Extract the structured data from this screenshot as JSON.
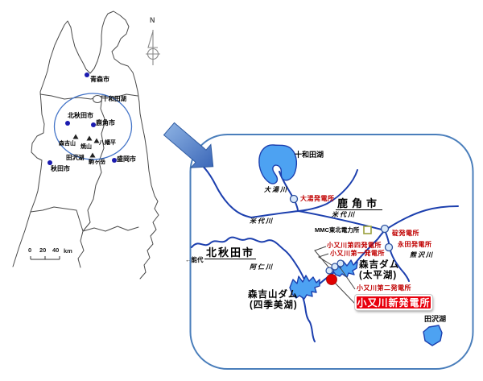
{
  "overview": {
    "compass": "N",
    "cities": [
      {
        "name": "青森市"
      },
      {
        "name": "北秋田市"
      },
      {
        "name": "鹿角市"
      },
      {
        "name": "盛岡市"
      },
      {
        "name": "秋田市"
      }
    ],
    "peaks": [
      {
        "name": "森吉山"
      },
      {
        "name": "焼山"
      },
      {
        "name": "八幡平"
      },
      {
        "name": "駒ヶ岳"
      }
    ],
    "lakes": [
      {
        "name": "十和田湖"
      },
      {
        "name": "田沢湖"
      }
    ],
    "scale": {
      "tick0": "0",
      "tick1": "20",
      "tick2": "40",
      "unit": "km"
    }
  },
  "inset": {
    "cities": [
      {
        "name": "鹿角市"
      },
      {
        "name": "北秋田市"
      }
    ],
    "direction_label": "←能代",
    "rivers": [
      {
        "name": "大湯川"
      },
      {
        "name": "米代川"
      },
      {
        "name": "米代川"
      },
      {
        "name": "阿仁川"
      },
      {
        "name": "熊沢川"
      }
    ],
    "lakes": [
      {
        "name": "十和田湖"
      },
      {
        "name": "田沢湖"
      }
    ],
    "dams": [
      {
        "name": "森吉ダム",
        "lake": "(太平湖)"
      },
      {
        "name": "森吉山ダム",
        "lake": "(四季美湖)"
      }
    ],
    "plants": [
      {
        "name": "大湯発電所"
      },
      {
        "name": "碇発電所"
      },
      {
        "name": "永田発電所"
      },
      {
        "name": "小又川第四発電所"
      },
      {
        "name": "小又川第一発電所"
      },
      {
        "name": "小又川第二発電所"
      }
    ],
    "office": {
      "name": "MMC東北電力所"
    },
    "new_plant": {
      "name": "小又川新発電所"
    }
  },
  "colors": {
    "river": "#1c3fae",
    "lake_fill": "#4da2f2",
    "plant_label": "#c00000",
    "highlight_bg": "#e8000d",
    "inset_border": "#4a7ebb",
    "city_dot": "#1b1bb0",
    "arrow": "#4472c4",
    "outline": "#4a4a4a"
  }
}
